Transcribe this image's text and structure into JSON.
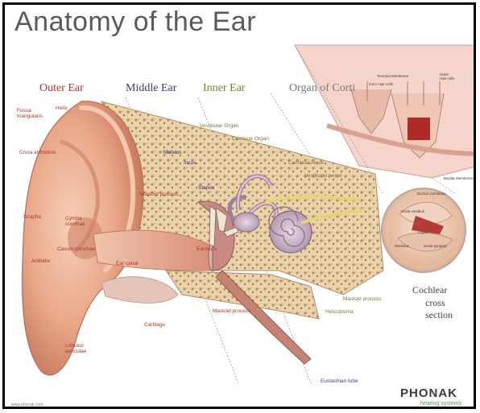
{
  "title": "Anatomy of the Ear",
  "sections": {
    "outer": "Outer Ear",
    "middle": "Middle Ear",
    "inner": "Inner Ear",
    "corti": "Organ of Corti"
  },
  "labels_outer": {
    "fossa": "Fossa\ntriangularis",
    "helix": "Helix",
    "crura": "Crura anthelicis",
    "scapha": "Scapha",
    "cymba": "Cymba\nconchae",
    "cavum": "Cavum conchae",
    "anthelix": "Anthelix",
    "canal": "Ear canal",
    "lobulus": "Lobulus\nauriculae",
    "cartilage": "Cartilage",
    "mastoid_lower": "Mastoid process",
    "eardrum": "Eardrum"
  },
  "labels_middle": {
    "malleus": "Malleus",
    "incus": "Incus",
    "stapes": "Stapes",
    "mastoid": "Mastoid process"
  },
  "labels_inner": {
    "vestibular_organ": "Vestibular Organ",
    "cochlear_organ": "Cochlear Organ",
    "cochlear_nerve": "Cochlear nerve",
    "vestibular_nerve": "Vestibular nerve",
    "mastoid_right": "Mastoid process",
    "helicotrema": "Helicotrema",
    "eustachian": "Eustachian tube"
  },
  "labels_corti": {
    "tectorial": "Tectorial Membrane",
    "inner_hair": "Inner Hair cells",
    "outer_hair": "Outer\nHair cells",
    "basilar": "Basilar Membrane",
    "tectorial_cs": "Ductus cochlearis",
    "scala_vestibuli": "Scala vestibuli",
    "organ": "Organ",
    "modiolus": "Modiolus",
    "scala_tympani": "Scala tympani"
  },
  "cross_section": {
    "line1": "Cochlear",
    "line2": "cross section"
  },
  "brand": {
    "name": "PHONAK",
    "sub": "hearing systems",
    "url": "www.phonak.com"
  },
  "colors": {
    "red_label": "#b0342a",
    "olive_label": "#7a7a3a",
    "middle_label": "#3a3a7a",
    "skin": "#f0b89a",
    "bone": "#e8d2a8"
  }
}
